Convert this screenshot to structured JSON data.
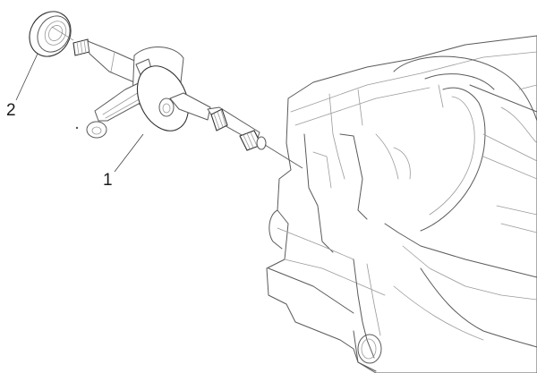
{
  "diagram": {
    "type": "exploded parts view",
    "callouts": [
      {
        "number": "1",
        "part": "crankshaft"
      },
      {
        "number": "2",
        "part": "bearing"
      }
    ],
    "components": [
      "crankshaft with connecting rod",
      "ball bearing",
      "crankcase half"
    ]
  }
}
